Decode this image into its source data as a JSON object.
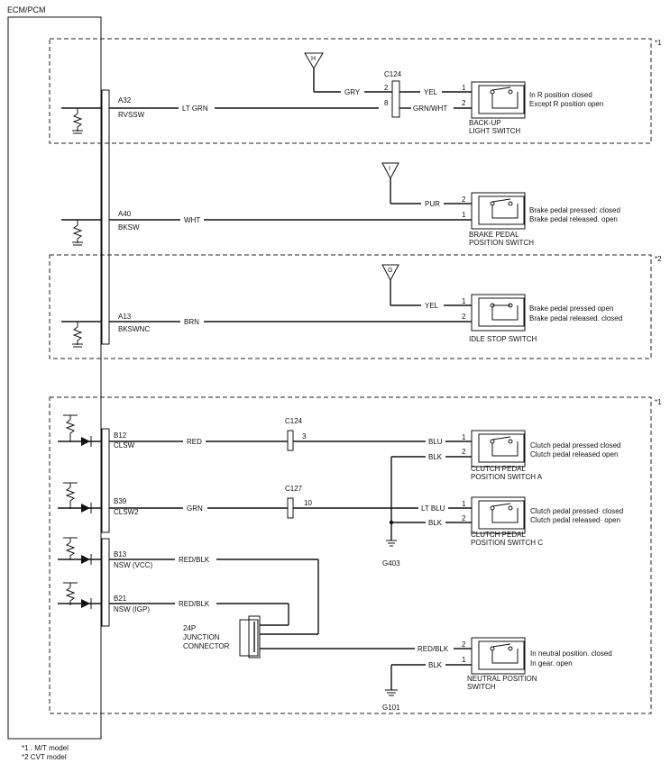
{
  "ecm": {
    "title": "ECM/PCM"
  },
  "footnotes": {
    "f1": "*1 . M/T model",
    "f2": "*2  CVT model"
  },
  "box_marks": {
    "b1": "*1",
    "b2": "*2",
    "b3": "*1"
  },
  "backup": {
    "pin": "A32",
    "signal": "RVSSW",
    "wire_main": "LT GRN",
    "power_tag": "H",
    "wire_power": "GRY",
    "conn": "C124",
    "pin_conn_top": "2",
    "pin_conn_bottom": "8",
    "wire_sw_top": "YEL",
    "wire_sw_bottom": "GRN/WHT",
    "sw_pin_top": "1",
    "sw_pin_bottom": "2",
    "name1": "BACK-UP",
    "name2": "LIGHT SWITCH",
    "state1": "In R position  closed",
    "state2": "Except R position  open"
  },
  "brake": {
    "pin": "A40",
    "signal": "BKSW",
    "wire_main": "WHT",
    "power_tag": "I",
    "wire_power": "PUR",
    "sw_pin_top": "2",
    "sw_pin_bottom": "1",
    "name1": "BRAKE PEDAL",
    "name2": "POSITION SWITCH",
    "state1": "Brake pedal pressed: closed",
    "state2": "Brake pedal released. open"
  },
  "idle": {
    "pin": "A13",
    "signal": "BKSWNC",
    "wire_main": "BRN",
    "power_tag": "G",
    "wire_power": "YEL",
    "sw_pin_top": "1",
    "sw_pin_bottom": "2",
    "name1": "IDLE STOP SWITCH",
    "state1": "Brake pedal pressed  open",
    "state2": "Brake pedal released. closed"
  },
  "clutch_a": {
    "pin": "B12",
    "signal": "CLSW",
    "wire_main": "RED",
    "conn": "C124",
    "conn_pin": "3",
    "wire_sw_top": "BLU",
    "wire_sw_bottom": "BLK",
    "sw_pin_top": "1",
    "sw_pin_bottom": "2",
    "name1": "CLUTCH PEDAL",
    "name2": "POSITION SWITCH A",
    "state1": "Clutch pedal pressed  closed",
    "state2": "Clutch pedal released  open"
  },
  "clutch_c": {
    "pin": "B39",
    "signal": "CLSW2",
    "wire_main": "GRN",
    "conn": "C127",
    "conn_pin": "10",
    "wire_sw_top": "LT BLU",
    "wire_sw_bottom": "BLK",
    "sw_pin_top": "1",
    "sw_pin_bottom": "2",
    "name1": "CLUTCH PEDAL",
    "name2": "POSITION SWITCH C",
    "state1": "Clutch pedal pressed· closed",
    "state2": "Clutch pedal released· open",
    "ground": "G403"
  },
  "neutral": {
    "pin_vcc": "B13",
    "signal_vcc": "NSW (VCC)",
    "wire_vcc": "RED/BLK",
    "pin_igp": "B21",
    "signal_igp": "NSW (IGP)",
    "wire_igp": "RED/BLK",
    "jc1": "24P",
    "jc2": "JUNCTION",
    "jc3": "CONNECTOR",
    "wire_sw_top": "RED/BLK",
    "wire_sw_bottom": "BLK",
    "sw_pin_top": "2",
    "sw_pin_bottom": "1",
    "name1": "NEUTRAL POSITION",
    "name2": "SWITCH",
    "state1": "In neutral position. closed",
    "state2": "In gear. open",
    "ground": "G101"
  }
}
